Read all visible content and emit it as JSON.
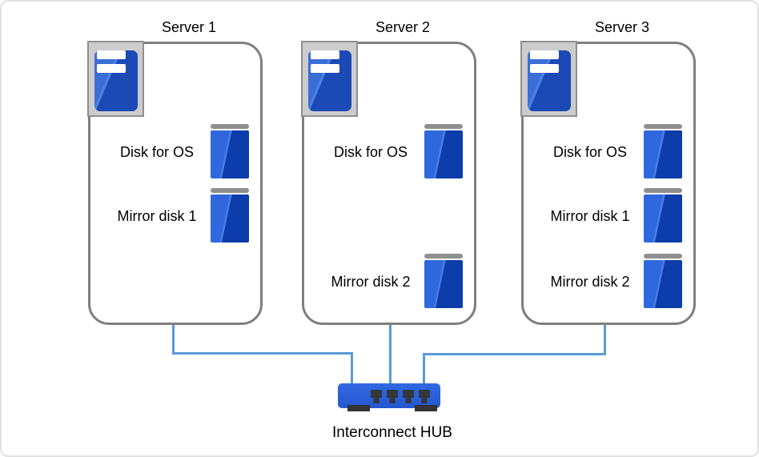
{
  "servers": [
    {
      "title": "Server 1",
      "disks": [
        {
          "label": "Disk for OS"
        },
        {
          "label": "Mirror disk 1"
        }
      ]
    },
    {
      "title": "Server 2",
      "disks": [
        {
          "label": "Disk for OS"
        },
        {
          "label": "Mirror disk 2"
        }
      ]
    },
    {
      "title": "Server 3",
      "disks": [
        {
          "label": "Disk for OS"
        },
        {
          "label": "Mirror disk 1"
        },
        {
          "label": "Mirror disk 2"
        }
      ]
    }
  ],
  "hub": {
    "label": "Interconnect HUB"
  },
  "colors": {
    "box_border": "#7f7f7f",
    "connector_line": "#5b9bd5",
    "disk_blue_light": "#2f68dd",
    "disk_blue_dark": "#0d3cab",
    "disk_cap_gray": "#8f8f8f",
    "tower_frame_gray": "#cccccc",
    "hub_blue": "#2c61dc",
    "hub_port_dark": "#31373d",
    "text": "#000000"
  }
}
